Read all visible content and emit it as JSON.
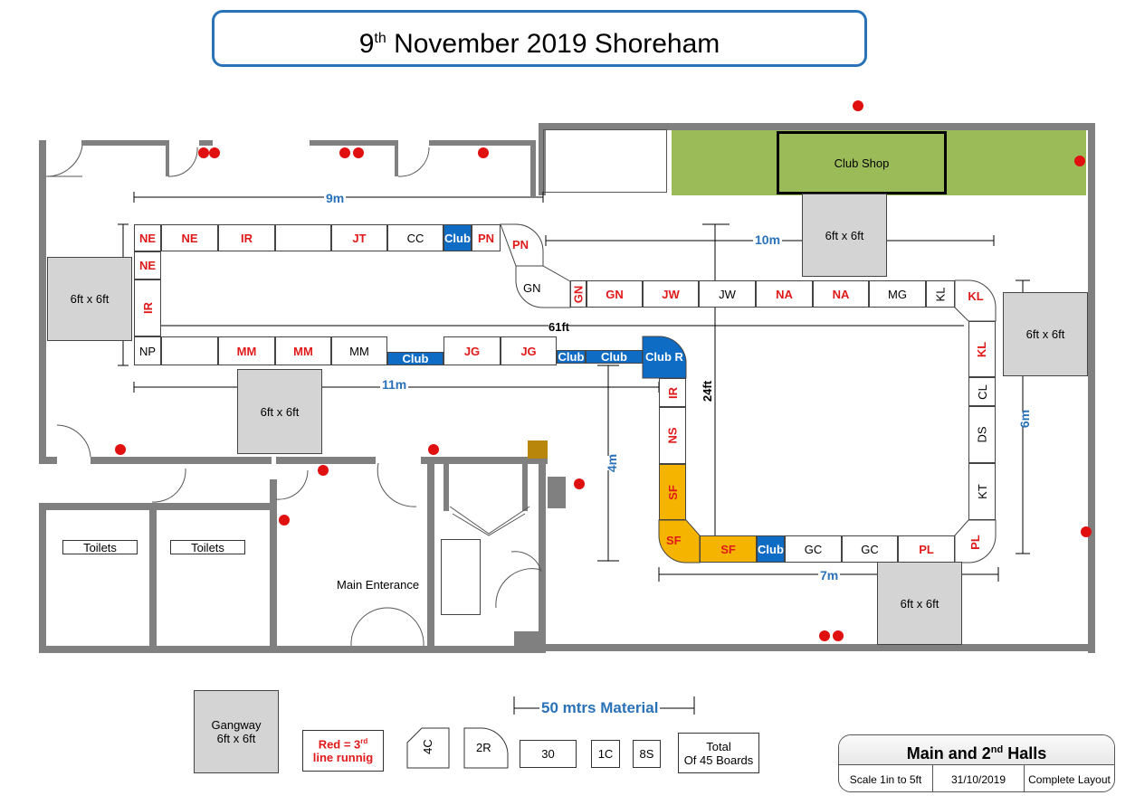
{
  "title": {
    "prefix": "9",
    "suffix": "th",
    "rest": "November 2019 Shoreham"
  },
  "rows": {
    "top": [
      "NE",
      "NE",
      "IR",
      "",
      "JT",
      "CC",
      "Club",
      "PN"
    ],
    "top_left_col": [
      "NE",
      "NE",
      "IR",
      "NP"
    ],
    "upper_bottom": [
      "",
      "MM",
      "MM",
      "MM",
      "Club",
      "JG",
      "JG",
      "Club",
      "Club",
      "Club R"
    ],
    "right_top": [
      "PN",
      "GN",
      "GN",
      "GN",
      "JW",
      "JW",
      "NA",
      "NA",
      "MG",
      "KL",
      "KL"
    ],
    "right_col": [
      "KL",
      "CL",
      "DS",
      "KT",
      "PL"
    ],
    "left_col": [
      "IR",
      "NS",
      "SF",
      "SF"
    ],
    "bottom": [
      "SF",
      "Club",
      "GC",
      "GC",
      "PL"
    ]
  },
  "rooms": {
    "club_shop": "Club Shop",
    "toilets": [
      "Toilets",
      "Toilets"
    ],
    "main_entrance": "Main Enterance",
    "boxes": [
      "6ft x 6ft",
      "6ft x 6ft",
      "6ft x 6ft",
      "6ft x 6ft",
      "6ft x 6ft"
    ]
  },
  "measurements": {
    "m9": "9m",
    "m10": "10m",
    "ft61": "61ft",
    "m11": "11m",
    "m4": "4m",
    "ft24": "24ft",
    "m6": "6m",
    "m7": "7m"
  },
  "legend": {
    "gangway": "Gangway\n6ft x 6ft",
    "red_note_a": "Red = 3",
    "red_note_sup": "rd",
    "red_note_b": "line runnig",
    "c4": "4C",
    "r2": "2R",
    "n30": "30",
    "c1": "1C",
    "s8": "8S",
    "total": "Total\nOf 45 Boards",
    "material": "50 mtrs Material"
  },
  "title_block": {
    "heading_a": "Main and 2",
    "heading_sup": "nd",
    "heading_b": "Halls",
    "scale": "Scale 1in to 5ft",
    "date": "31/10/2019",
    "type": "Complete Layout"
  },
  "colors": {
    "club": "#0f6cc4",
    "sf": "#f5b400",
    "shop": "#9bbb59",
    "red_dot": "#e01010",
    "measure": "#2a72b8"
  }
}
